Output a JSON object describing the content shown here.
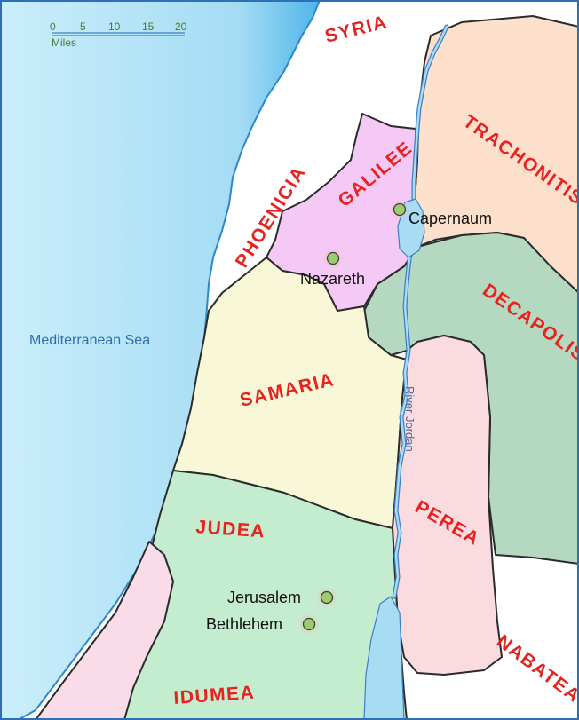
{
  "scale_bar": {
    "ticks": [
      "0",
      "5",
      "10",
      "15",
      "20"
    ],
    "unit": "Miles"
  },
  "regions": {
    "syria": "SYRIA",
    "trachonitis": "TRACHONITIS",
    "phoenicia": "PHOENICIA",
    "galilee": "GALILEE",
    "decapolis": "DECAPOLIS",
    "samaria": "SAMARIA",
    "judea": "JUDEA",
    "perea": "PEREA",
    "nabatea": "NABATEA",
    "idumea": "IDUMEA"
  },
  "cities": {
    "capernaum": "Capernaum",
    "nazareth": "Nazareth",
    "jerusalem": "Jerusalem",
    "bethlehem": "Bethlehem"
  },
  "water": {
    "sea": "Mediterranean Sea",
    "river": "River Jordan"
  },
  "colors": {
    "galilee": "#f5c9f5",
    "trachonitis": "#fce0cc",
    "decapolis": "#b4d8c0",
    "samaria": "#f8f8d8",
    "judea": "#c4ecce",
    "perea": "#fadbe0",
    "idumea": "#fadbe8",
    "water": "#a8dcf2",
    "label_red": "#e8231f",
    "city_dot": "#9acd6b"
  }
}
